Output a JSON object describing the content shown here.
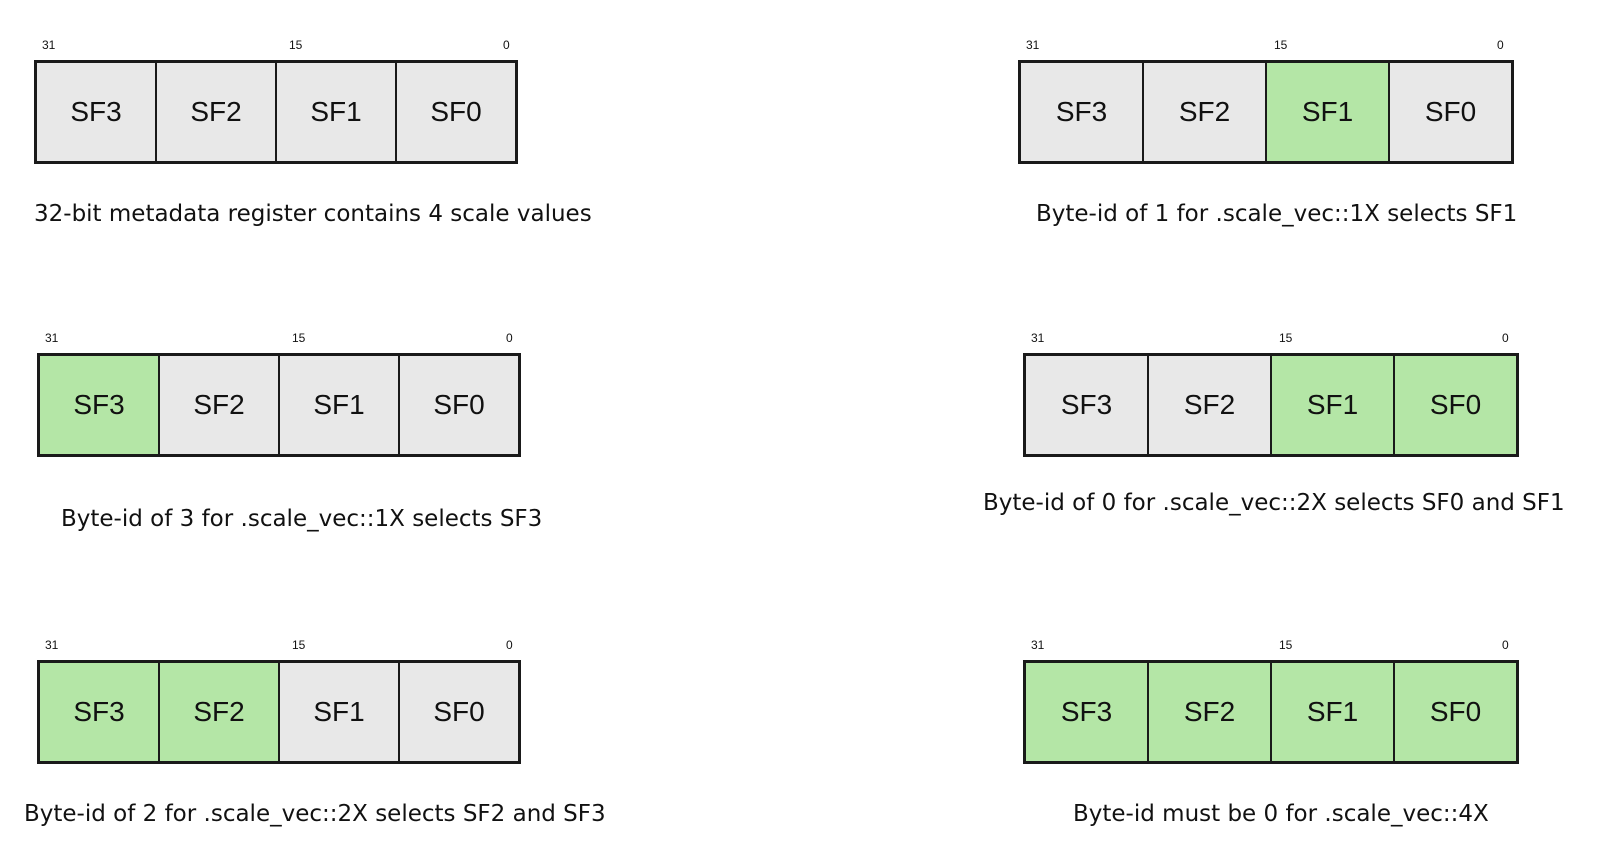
{
  "colors": {
    "selected": "#b4e6a6",
    "unselected": "#e8e8e8",
    "border": "#1a1a1a"
  },
  "bit_labels": {
    "high": "31",
    "mid": "15",
    "low": "0"
  },
  "panels": [
    {
      "cells": [
        {
          "label": "SF3",
          "selected": false
        },
        {
          "label": "SF2",
          "selected": false
        },
        {
          "label": "SF1",
          "selected": false
        },
        {
          "label": "SF0",
          "selected": false
        }
      ],
      "caption": "32-bit metadata register contains 4 scale values"
    },
    {
      "cells": [
        {
          "label": "SF3",
          "selected": false
        },
        {
          "label": "SF2",
          "selected": false
        },
        {
          "label": "SF1",
          "selected": true
        },
        {
          "label": "SF0",
          "selected": false
        }
      ],
      "caption": "Byte-id of 1 for .scale_vec::1X selects SF1"
    },
    {
      "cells": [
        {
          "label": "SF3",
          "selected": true
        },
        {
          "label": "SF2",
          "selected": false
        },
        {
          "label": "SF1",
          "selected": false
        },
        {
          "label": "SF0",
          "selected": false
        }
      ],
      "caption": "Byte-id of 3 for .scale_vec::1X selects SF3"
    },
    {
      "cells": [
        {
          "label": "SF3",
          "selected": false
        },
        {
          "label": "SF2",
          "selected": false
        },
        {
          "label": "SF1",
          "selected": true
        },
        {
          "label": "SF0",
          "selected": true
        }
      ],
      "caption": "Byte-id of 0 for .scale_vec::2X selects SF0 and SF1"
    },
    {
      "cells": [
        {
          "label": "SF3",
          "selected": true
        },
        {
          "label": "SF2",
          "selected": true
        },
        {
          "label": "SF1",
          "selected": false
        },
        {
          "label": "SF0",
          "selected": false
        }
      ],
      "caption": "Byte-id of 2 for .scale_vec::2X selects SF2 and SF3"
    },
    {
      "cells": [
        {
          "label": "SF3",
          "selected": true
        },
        {
          "label": "SF2",
          "selected": true
        },
        {
          "label": "SF1",
          "selected": true
        },
        {
          "label": "SF0",
          "selected": true
        }
      ],
      "caption": "Byte-id must be 0 for .scale_vec::4X"
    }
  ]
}
